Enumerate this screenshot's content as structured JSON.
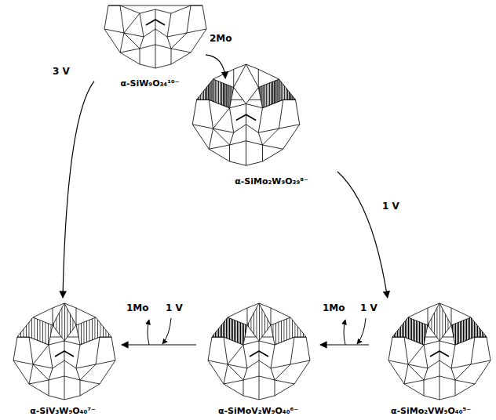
{
  "diagram": {
    "nodes": [
      {
        "text": [
          "α-SiW₉O₃₄¹⁰⁻"
        ]
      },
      {
        "text": [
          "α-SiMo₂W₉O₃₉⁸⁻"
        ]
      },
      {
        "text": [
          "α-SiMo₂VW₉O₄₀⁵⁻"
        ]
      },
      {
        "text": [
          "α-SiMoV₂W₉O₄₀⁶⁻"
        ]
      },
      {
        "text": [
          "α-SiV₃W₉O₄₀⁷⁻"
        ]
      }
    ],
    "edges": [
      {
        "from": 0,
        "to": 1,
        "label": "2Mo",
        "arrow": "to"
      },
      {
        "from": 1,
        "to": 2,
        "label": "1 V",
        "arrow": "to"
      },
      {
        "from": 2,
        "to": 3,
        "label": "1 V",
        "arrow": "to"
      },
      {
        "from": 3,
        "to": 4,
        "label": "1 V",
        "arrow": "to"
      },
      {
        "from": 0,
        "to": 4,
        "label": "3 V",
        "arrow": "to"
      }
    ],
    "labels": [
      "1Mo",
      "1Mo"
    ]
  }
}
